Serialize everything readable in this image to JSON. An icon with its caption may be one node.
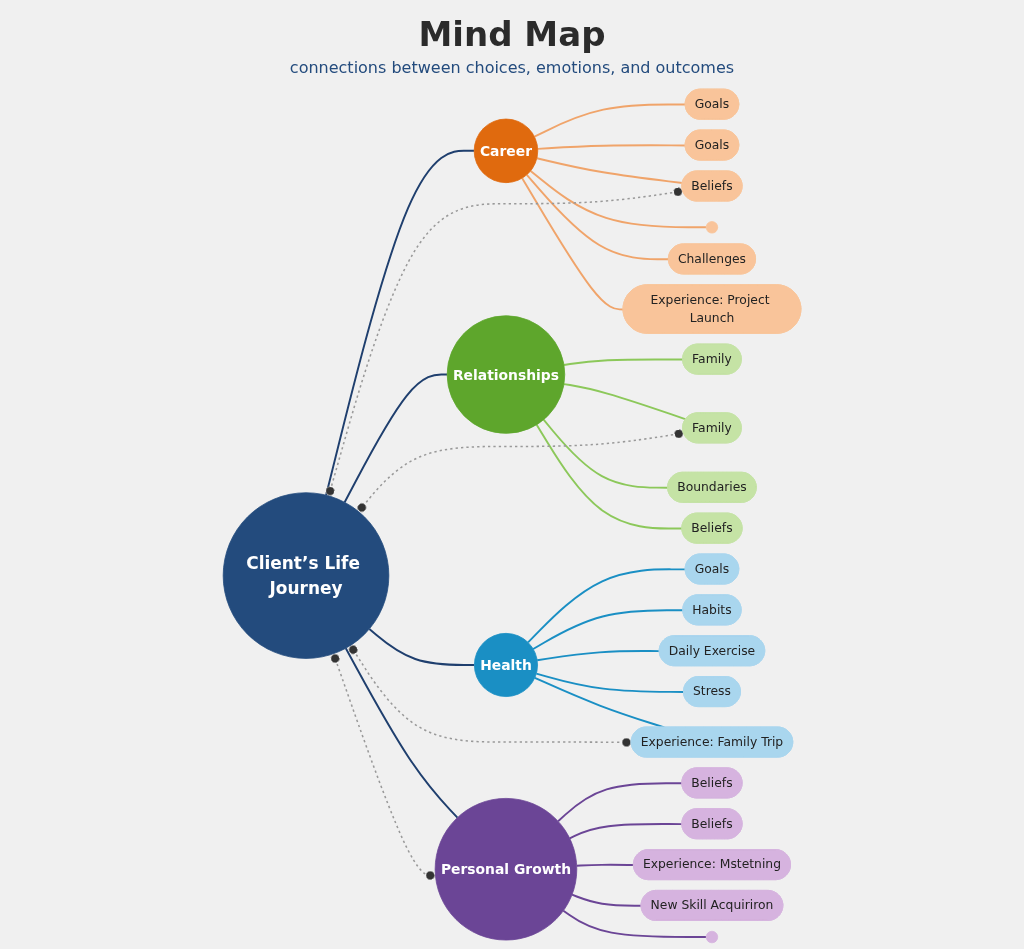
{
  "diagram": {
    "title": "Mind Map",
    "nodes": [
      {
        "text": [
          "Client’s Life Journey"
        ]
      },
      {
        "text": [
          "Career"
        ]
      },
      {
        "text": [
          "Goals"
        ]
      },
      {
        "text": [
          "Goals"
        ]
      },
      {
        "text": [
          "Beliefs"
        ]
      },
      {
        "text": [],
        "shape": "circle"
      },
      {
        "text": [
          "Challenges"
        ]
      },
      {
        "text": [
          "Experience: Project Launch"
        ]
      },
      {
        "text": [
          "Relationships"
        ]
      },
      {
        "text": [
          "Family"
        ]
      },
      {
        "text": [
          "Family"
        ]
      },
      {
        "text": [
          "Boundaries"
        ]
      },
      {
        "text": [
          "Beliefs"
        ]
      },
      {
        "text": [
          "Health"
        ]
      },
      {
        "text": [
          "Goals"
        ]
      },
      {
        "text": [
          "Habits"
        ]
      },
      {
        "text": [
          "Daily Exercise"
        ]
      },
      {
        "text": [
          "Stress"
        ]
      },
      {
        "text": [
          "Experience: Family Trip"
        ]
      },
      {
        "text": [
          "Personal Growth"
        ]
      },
      {
        "text": [
          "Beliefs"
        ]
      },
      {
        "text": [
          "Beliefs"
        ]
      },
      {
        "text": [
          "Experience: Mstetning"
        ]
      },
      {
        "text": [
          "New Skill Acquiriron"
        ]
      },
      {
        "text": [],
        "shape": "circle"
      }
    ],
    "edges": [
      {
        "from": 0,
        "to": 1,
        "arrow": "none",
        "color": "#1f3f6e"
      },
      {
        "from": 0,
        "to": 8,
        "arrow": "none",
        "color": "#1f3f6e"
      },
      {
        "from": 0,
        "to": 13,
        "arrow": "none",
        "color": "#1f3f6e"
      },
      {
        "from": 0,
        "to": 19,
        "arrow": "none",
        "color": "#1f3f6e"
      },
      {
        "from": 1,
        "to": 2,
        "arrow": "none",
        "color": "#f0a46a"
      },
      {
        "from": 1,
        "to": 3,
        "arrow": "none",
        "color": "#f0a46a"
      },
      {
        "from": 1,
        "to": 4,
        "arrow": "none",
        "color": "#f0a46a"
      },
      {
        "from": 1,
        "to": 5,
        "arrow": "none",
        "color": "#f0a46a"
      },
      {
        "from": 1,
        "to": 6,
        "arrow": "none",
        "color": "#f0a46a"
      },
      {
        "from": 1,
        "to": 7,
        "arrow": "none",
        "color": "#f0a46a"
      },
      {
        "from": 8,
        "to": 9,
        "arrow": "none",
        "color": "#8cc85a"
      },
      {
        "from": 8,
        "to": 10,
        "arrow": "none",
        "color": "#8cc85a"
      },
      {
        "from": 8,
        "to": 11,
        "arrow": "none",
        "color": "#8cc85a"
      },
      {
        "from": 8,
        "to": 12,
        "arrow": "none",
        "color": "#8cc85a"
      },
      {
        "from": 13,
        "to": 14,
        "arrow": "none",
        "color": "#1a8fc4"
      },
      {
        "from": 13,
        "to": 15,
        "arrow": "none",
        "color": "#1a8fc4"
      },
      {
        "from": 13,
        "to": 16,
        "arrow": "none",
        "color": "#1a8fc4"
      },
      {
        "from": 13,
        "to": 17,
        "arrow": "none",
        "color": "#1a8fc4"
      },
      {
        "from": 13,
        "to": 18,
        "arrow": "none",
        "color": "#1a8fc4"
      },
      {
        "from": 19,
        "to": 20,
        "arrow": "none",
        "color": "#6b4596"
      },
      {
        "from": 19,
        "to": 21,
        "arrow": "none",
        "color": "#6b4596"
      },
      {
        "from": 19,
        "to": 22,
        "arrow": "none",
        "color": "#6b4596"
      },
      {
        "from": 19,
        "to": 23,
        "arrow": "none",
        "color": "#6b4596"
      },
      {
        "from": 19,
        "to": 24,
        "arrow": "none",
        "color": "#6b4596"
      },
      {
        "from": 4,
        "to": 0,
        "arrow": "other",
        "style": "dashed",
        "color": "#999999"
      },
      {
        "from": 10,
        "to": 0,
        "arrow": "other",
        "style": "dashed",
        "color": "#999999"
      },
      {
        "from": 0,
        "to": 18,
        "arrow": "other",
        "style": "dashed",
        "color": "#999999"
      },
      {
        "from": 0,
        "to": 19,
        "arrow": "other",
        "style": "dashed",
        "color": "#999999"
      }
    ],
    "labels": [
      "connections between choices, emotions, and outcomes"
    ]
  }
}
